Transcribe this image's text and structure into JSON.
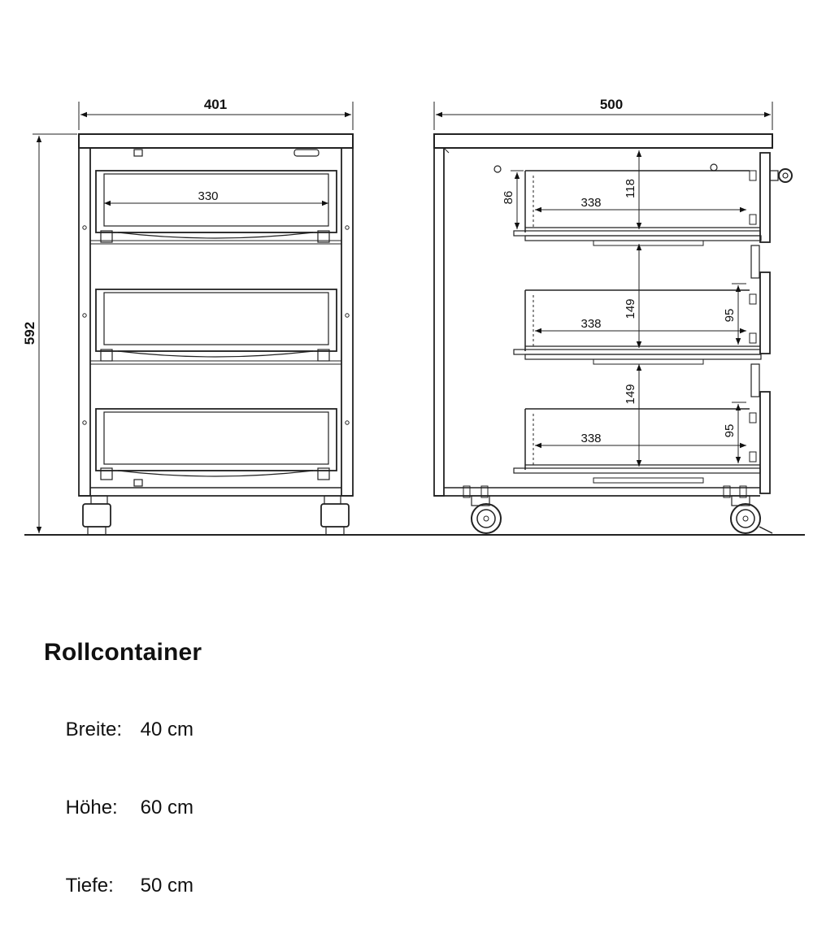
{
  "drawing": {
    "front": {
      "width_label": "401",
      "height_label": "592",
      "drawer_width_label": "330"
    },
    "side": {
      "depth_label": "500",
      "drawer_depth_labels": [
        "338",
        "338",
        "338"
      ],
      "drawer_height_labels": [
        "118",
        "149",
        "149"
      ],
      "inner_height_labels": [
        "86",
        "95",
        "95"
      ]
    }
  },
  "product": {
    "title": "Rollcontainer",
    "specs": [
      {
        "label": "Breite:",
        "value": "40 cm"
      },
      {
        "label": "Höhe:",
        "value": "60 cm"
      },
      {
        "label": "Tiefe:",
        "value": "50 cm"
      }
    ]
  }
}
